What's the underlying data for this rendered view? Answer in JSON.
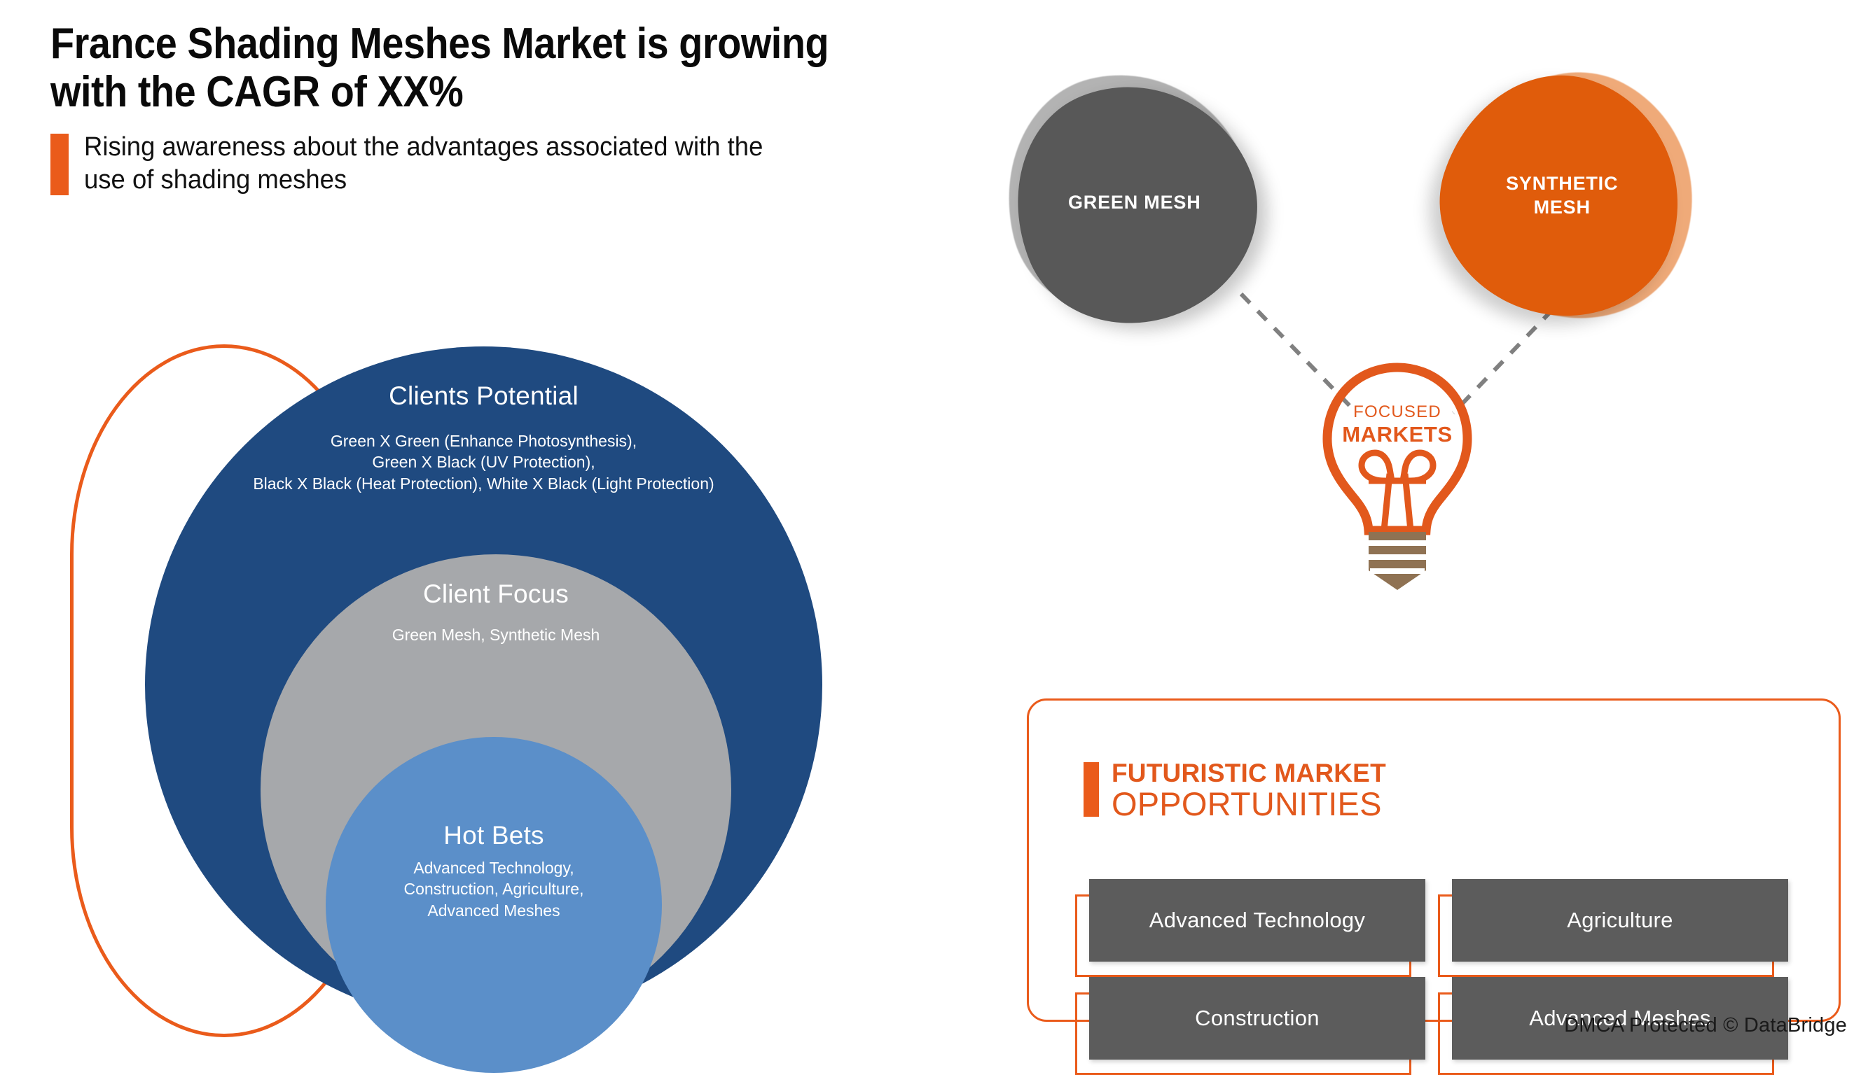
{
  "header": {
    "title": "France Shading Meshes Market is growing\nwith the CAGR of XX%",
    "subtitle": "Rising awareness about the advantages associated with the\nuse of shading meshes",
    "accent_bar_color": "#ea5b1b"
  },
  "circles": {
    "outer": {
      "title": "Clients Potential",
      "body": "Green X Green (Enhance Photosynthesis),\nGreen X Black (UV Protection),\nBlack X Black (Heat Protection), White X Black (Light Protection)",
      "color": "#1f4a80"
    },
    "middle": {
      "title": "Client Focus",
      "body": "Green Mesh, Synthetic Mesh",
      "color": "#a6a8ab"
    },
    "inner": {
      "title": "Hot Bets",
      "body": "Advanced Technology,\nConstruction, Agriculture,\nAdvanced Meshes",
      "color": "#5b8fc9"
    },
    "outline_color": "#ea5b1b"
  },
  "mesh": {
    "green": {
      "label": "GREEN MESH",
      "color": "#585858",
      "shadow_color": "#b3b3b3"
    },
    "synthetic": {
      "label": "SYNTHETIC\nMESH",
      "color": "#e05c0b",
      "shadow_color": "#efaa79"
    },
    "bulb": {
      "line1": "FOCUSED",
      "line2": "MARKETS",
      "glass_color": "#e2581c",
      "base_color": "#8f7253"
    },
    "connector_color": "#808080"
  },
  "opportunities": {
    "title_line1": "FUTURISTIC MARKET",
    "title_line2": "OPPORTUNITIES",
    "accent_color": "#ea5b1b",
    "box_color": "#5c5c5c",
    "items": [
      "Advanced Technology",
      "Agriculture",
      "Construction",
      "Advanced Meshes"
    ]
  },
  "footer": {
    "text": "DMCA Protected © DataBridge"
  }
}
